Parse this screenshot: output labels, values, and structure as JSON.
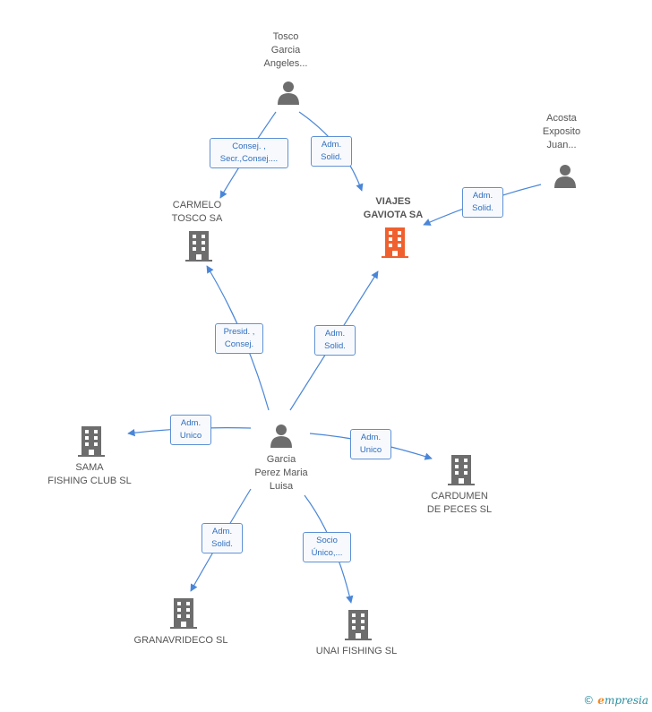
{
  "nodes": {
    "tosco": {
      "label": "Tosco\nGarcia\nAngeles...",
      "icon": "person-icon"
    },
    "acosta": {
      "label": "Acosta\nExposito\nJuan...",
      "icon": "person-icon"
    },
    "carmelo": {
      "label": "CARMELO\nTOSCO SA",
      "icon": "building-icon"
    },
    "viajes": {
      "label": "VIAJES\nGAVIOTA SA",
      "icon": "building-icon-highlighted"
    },
    "garcia": {
      "label": "Garcia\nPerez Maria\nLuisa",
      "icon": "person-icon"
    },
    "sama": {
      "label": "SAMA\nFISHING CLUB SL",
      "icon": "building-icon"
    },
    "cardumen": {
      "label": "CARDUMEN\nDE PECES SL",
      "icon": "building-icon"
    },
    "granavrideco": {
      "label": "GRANAVRIDECO SL",
      "icon": "building-icon"
    },
    "unai": {
      "label": "UNAI FISHING SL",
      "icon": "building-icon"
    }
  },
  "edges": {
    "tosco_carmelo": "Consej. ,\nSecr.,Consej....",
    "tosco_viajes": "Adm.\nSolid.",
    "acosta_viajes": "Adm.\nSolid.",
    "garcia_carmelo": "Presid. ,\nConsej.",
    "garcia_viajes": "Adm.\nSolid.",
    "garcia_sama": "Adm.\nUnico",
    "garcia_cardumen": "Adm.\nUnico",
    "garcia_granavrideco": "Adm.\nSolid.",
    "garcia_unai": "Socio\nÚnico,..."
  },
  "colors": {
    "edge": "#4a86d8",
    "person": "#6d6d6d",
    "building": "#6d6d6d",
    "highlight": "#f0602e",
    "label_border": "#5b8fd4"
  },
  "brand": {
    "copyright": "©",
    "name_initial": "e",
    "name_rest": "mpresia"
  }
}
